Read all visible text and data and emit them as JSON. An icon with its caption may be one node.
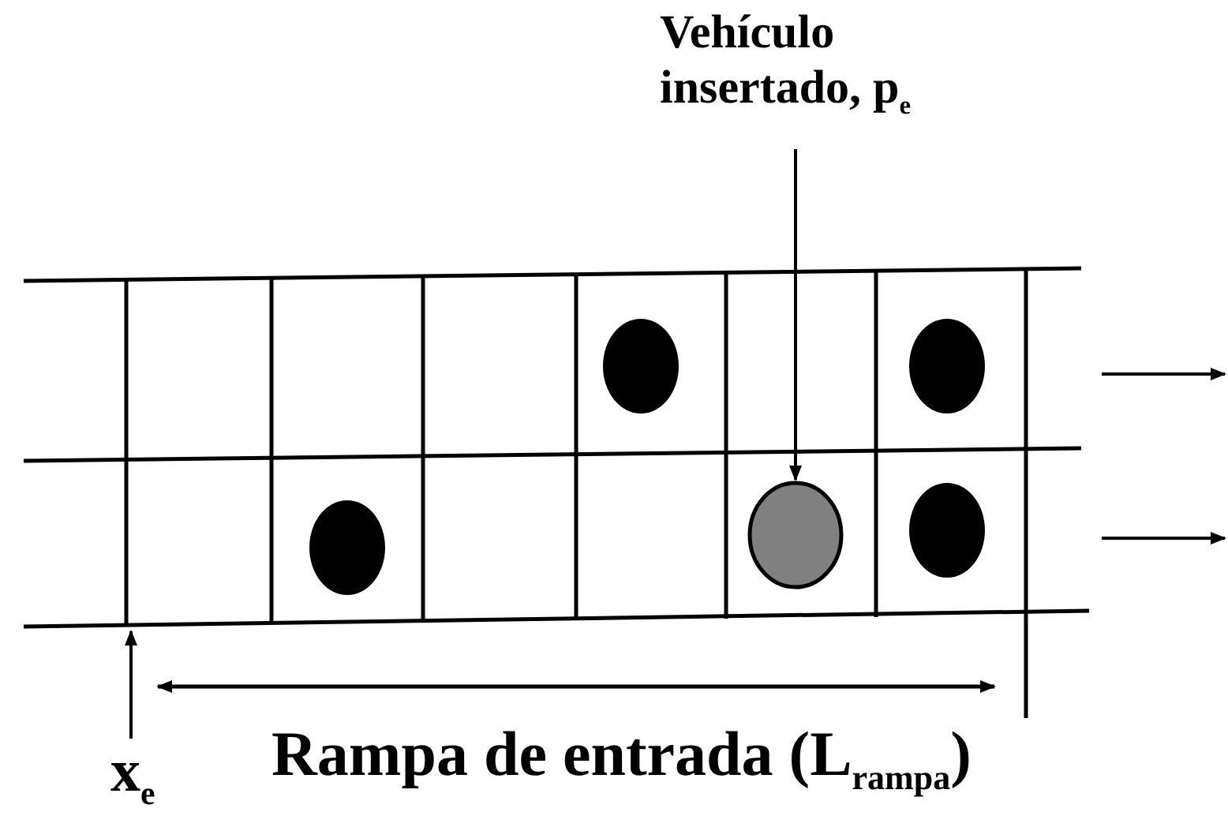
{
  "diagram": {
    "nodes": [
      {
        "text": [
          "Vehículo insertado, p$_{e}$"
        ]
      },
      {
        "text": [],
        "shape": "circle"
      },
      {
        "text": [
          "x$_{e}$"
        ]
      }
    ],
    "edges": [
      {
        "from": 0,
        "to": 1,
        "arrow": "to"
      },
      {
        "from": 2,
        "to": null,
        "arrow": "to"
      }
    ],
    "labels": [
      "Rampa de entrada (L$_{rampa}$)"
    ]
  }
}
